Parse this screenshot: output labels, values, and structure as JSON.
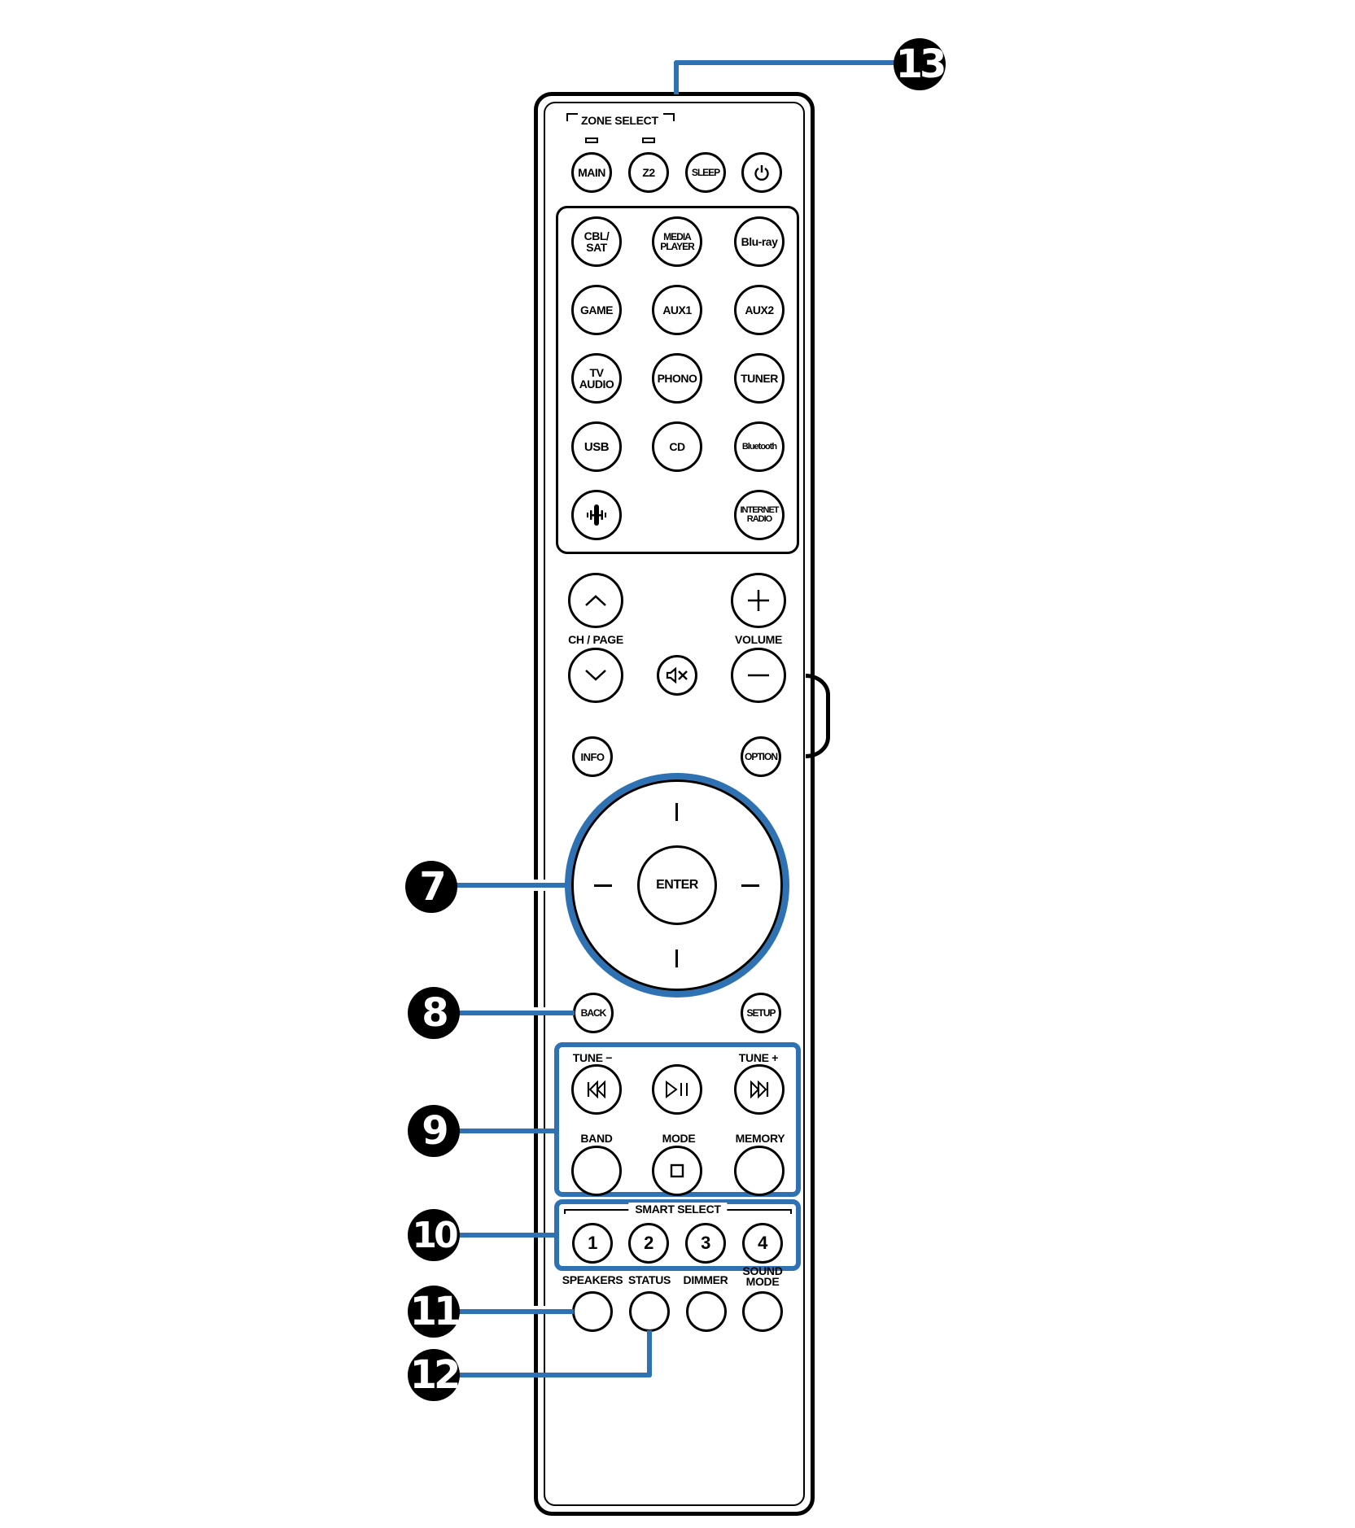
{
  "diagram": {
    "subject": "AV receiver remote control (rear/lower callouts)",
    "accent_color": "#2f72b3",
    "callouts": [
      {
        "number": "7",
        "target": "cursor-pad"
      },
      {
        "number": "8",
        "target": "back-button"
      },
      {
        "number": "9",
        "target": "tuner-transport-group"
      },
      {
        "number": "10",
        "target": "smart-select-group"
      },
      {
        "number": "11",
        "target": "speakers-button"
      },
      {
        "number": "12",
        "target": "status-button"
      },
      {
        "number": "13",
        "target": "remote-top-edge"
      }
    ]
  },
  "remote": {
    "zone_select_label": "ZONE SELECT",
    "top_row": {
      "main": "MAIN",
      "z2": "Z2",
      "sleep": "SLEEP",
      "power_icon": "power-icon"
    },
    "inputs": {
      "cbl_sat_1": "CBL/",
      "cbl_sat_2": "SAT",
      "media_player_1": "MEDIA",
      "media_player_2": "PLAYER",
      "bluray": "Blu-ray",
      "game": "GAME",
      "aux1": "AUX1",
      "aux2": "AUX2",
      "tv_audio_1": "TV",
      "tv_audio_2": "AUDIO",
      "phono": "PHONO",
      "tuner": "TUNER",
      "usb": "USB",
      "cd": "CD",
      "bluetooth": "Bluetooth",
      "heos_icon": "heos-icon",
      "internet_radio_1": "INTERNET",
      "internet_radio_2": "RADIO"
    },
    "ch_page_label": "CH / PAGE",
    "volume_label": "VOLUME",
    "info": "INFO",
    "option": "OPTION",
    "enter": "ENTER",
    "back": "BACK",
    "setup": "SETUP",
    "tune_minus": "TUNE −",
    "tune_plus": "TUNE +",
    "band": "BAND",
    "mode": "MODE",
    "memory": "MEMORY",
    "smart_select_label": "SMART SELECT",
    "smart_select": [
      "1",
      "2",
      "3",
      "4"
    ],
    "bottom_row": {
      "speakers": "SPEAKERS",
      "status": "STATUS",
      "dimmer": "DIMMER",
      "sound_mode_1": "SOUND",
      "sound_mode_2": "MODE"
    }
  }
}
